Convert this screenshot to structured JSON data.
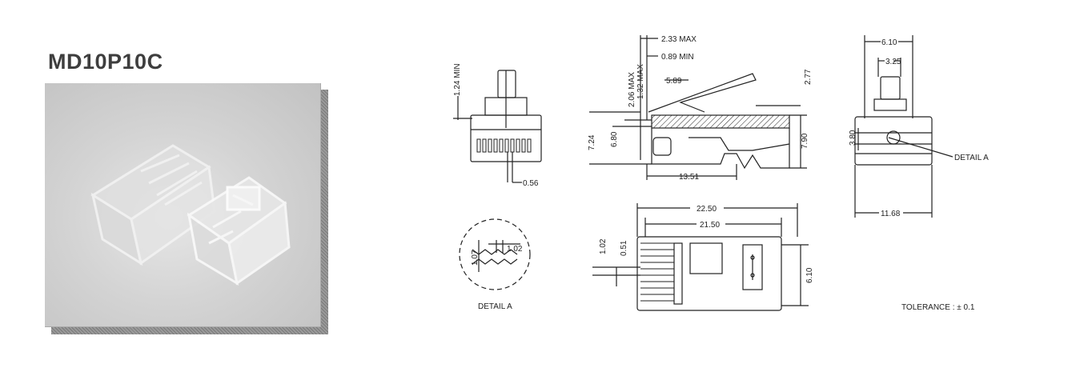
{
  "title": "MD10P10C",
  "tolerance": "TOLERANCE : ± 0.1",
  "detail_label": "DETAIL A",
  "detail_callout": "DETAIL A",
  "dims": {
    "d124min": "1.24 MIN",
    "d056": "0.56",
    "d233max": "2.33 MAX",
    "d089min": "0.89 MIN",
    "d206max": "2.06 MAX",
    "d132max": "1.32 MAX",
    "d589": "5.89",
    "d277": "2.77",
    "d724": "7.24",
    "d680": "6.80",
    "d790": "7.90",
    "d1351": "13.51",
    "d610top": "6.10",
    "d325": "3.25",
    "d380": "3.80",
    "d1168": "11.68",
    "d107": "1.07",
    "d102a": "1.02",
    "d2250": "22.50",
    "d2150": "21.50",
    "d102b": "1.02",
    "d051": "0.51",
    "d610side": "6.10"
  }
}
